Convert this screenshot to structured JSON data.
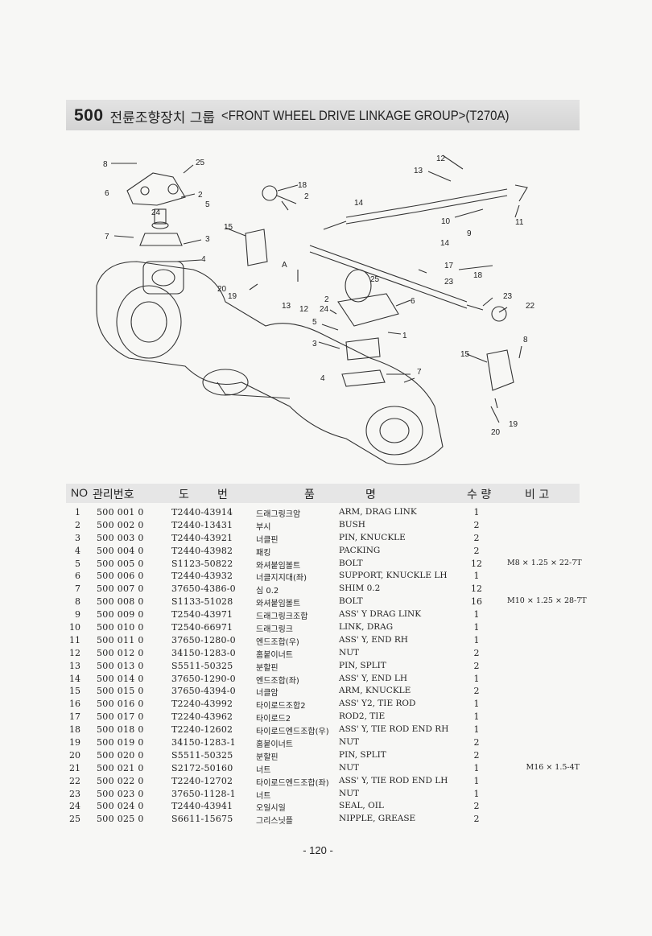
{
  "heading": {
    "number": "500",
    "korean": "전륜조향장치 그룹",
    "english": "<FRONT WHEEL DRIVE LINKAGE GROUP>(T270A)"
  },
  "diagram": {
    "callouts": [
      "8",
      "25",
      "6",
      "2",
      "24",
      "5",
      "7",
      "3",
      "4",
      "18",
      "2",
      "15",
      "14",
      "12",
      "13",
      "10",
      "11",
      "9",
      "14",
      "17",
      "18",
      "23",
      "20",
      "19",
      "A",
      "13",
      "12",
      "25",
      "6",
      "2",
      "24",
      "5",
      "3",
      "1",
      "23",
      "22",
      "15",
      "8",
      "4",
      "7",
      "19",
      "20"
    ]
  },
  "table": {
    "headers": {
      "no": "NO",
      "mgmt": "관리번호",
      "part_a": "도",
      "part_b": "번",
      "name_a": "품",
      "name_b": "명",
      "qty": "수 량",
      "note": "비 고"
    },
    "rows": [
      {
        "no": "1",
        "mgmt": "500  001  0",
        "part": "T2440-43914",
        "kr": "드래그링크암",
        "en": "ARM, DRAG LINK",
        "qty": "1",
        "note": ""
      },
      {
        "no": "2",
        "mgmt": "500  002  0",
        "part": "T2440-13431",
        "kr": "부시",
        "en": "BUSH",
        "qty": "2",
        "note": ""
      },
      {
        "no": "3",
        "mgmt": "500  003  0",
        "part": "T2440-43921",
        "kr": "너클핀",
        "en": "PIN, KNUCKLE",
        "qty": "2",
        "note": ""
      },
      {
        "no": "4",
        "mgmt": "500  004  0",
        "part": "T2440-43982",
        "kr": "패킹",
        "en": "PACKING",
        "qty": "2",
        "note": ""
      },
      {
        "no": "5",
        "mgmt": "500  005  0",
        "part": "S1123-50822",
        "kr": "와셔붙임볼트",
        "en": "BOLT",
        "qty": "12",
        "note": "M8 × 1.25 × 22-7T"
      },
      {
        "no": "6",
        "mgmt": "500  006  0",
        "part": "T2440-43932",
        "kr": "너클지지대(좌)",
        "en": "SUPPORT, KNUCKLE LH",
        "qty": "1",
        "note": ""
      },
      {
        "no": "7",
        "mgmt": "500  007  0",
        "part": "37650-4386-0",
        "kr": "심 0.2",
        "en": "SHIM 0.2",
        "qty": "12",
        "note": ""
      },
      {
        "no": "8",
        "mgmt": "500  008  0",
        "part": "S1133-51028",
        "kr": "와셔붙임볼트",
        "en": "BOLT",
        "qty": "16",
        "note": "M10 × 1.25 × 28-7T"
      },
      {
        "no": "9",
        "mgmt": "500  009  0",
        "part": "T2540-43971",
        "kr": "드래그링크조합",
        "en": "ASS' Y DRAG LINK",
        "qty": "1",
        "note": ""
      },
      {
        "no": "10",
        "mgmt": "500  010  0",
        "part": "T2540-66971",
        "kr": "드래그링크",
        "en": "LINK, DRAG",
        "qty": "1",
        "note": ""
      },
      {
        "no": "11",
        "mgmt": "500  011  0",
        "part": "37650-1280-0",
        "kr": "엔드조합(우)",
        "en": "ASS' Y, END RH",
        "qty": "1",
        "note": ""
      },
      {
        "no": "12",
        "mgmt": "500  012  0",
        "part": "34150-1283-0",
        "kr": "홈붙이너트",
        "en": "NUT",
        "qty": "2",
        "note": ""
      },
      {
        "no": "13",
        "mgmt": "500  013  0",
        "part": "S5511-50325",
        "kr": "분할핀",
        "en": "PIN, SPLIT",
        "qty": "2",
        "note": ""
      },
      {
        "no": "14",
        "mgmt": "500  014  0",
        "part": "37650-1290-0",
        "kr": "엔드조합(좌)",
        "en": "ASS' Y, END LH",
        "qty": "1",
        "note": ""
      },
      {
        "no": "15",
        "mgmt": "500  015  0",
        "part": "37650-4394-0",
        "kr": "너클암",
        "en": "ARM, KNUCKLE",
        "qty": "2",
        "note": ""
      },
      {
        "no": "16",
        "mgmt": "500  016  0",
        "part": "T2240-43992",
        "kr": "타이로드조합2",
        "en": "ASS' Y2, TIE ROD",
        "qty": "1",
        "note": ""
      },
      {
        "no": "17",
        "mgmt": "500  017  0",
        "part": "T2240-43962",
        "kr": "타이로드2",
        "en": "ROD2, TIE",
        "qty": "1",
        "note": ""
      },
      {
        "no": "18",
        "mgmt": "500  018  0",
        "part": "T2240-12602",
        "kr": "타이로드엔드조합(우)",
        "en": "ASS' Y, TIE ROD END RH",
        "qty": "1",
        "note": ""
      },
      {
        "no": "19",
        "mgmt": "500  019  0",
        "part": "34150-1283-1",
        "kr": "홈붙이너트",
        "en": "NUT",
        "qty": "2",
        "note": ""
      },
      {
        "no": "20",
        "mgmt": "500  020  0",
        "part": "S5511-50325",
        "kr": "분할핀",
        "en": "PIN, SPLIT",
        "qty": "2",
        "note": ""
      },
      {
        "no": "21",
        "mgmt": "500  021  0",
        "part": "S2172-50160",
        "kr": "너트",
        "en": "NUT",
        "qty": "1",
        "note": "M16 × 1.5-4T"
      },
      {
        "no": "22",
        "mgmt": "500  022  0",
        "part": "T2240-12702",
        "kr": "타이로드엔드조합(좌)",
        "en": "ASS' Y, TIE ROD END LH",
        "qty": "1",
        "note": ""
      },
      {
        "no": "23",
        "mgmt": "500  023  0",
        "part": "37650-1128-1",
        "kr": "너트",
        "en": "NUT",
        "qty": "1",
        "note": ""
      },
      {
        "no": "24",
        "mgmt": "500  024  0",
        "part": "T2440-43941",
        "kr": "오일시일",
        "en": "SEAL, OIL",
        "qty": "2",
        "note": ""
      },
      {
        "no": "25",
        "mgmt": "500  025  0",
        "part": "S6611-15675",
        "kr": "그리스닛플",
        "en": "NIPPLE, GREASE",
        "qty": "2",
        "note": ""
      }
    ]
  },
  "page_number": "- 120 -"
}
